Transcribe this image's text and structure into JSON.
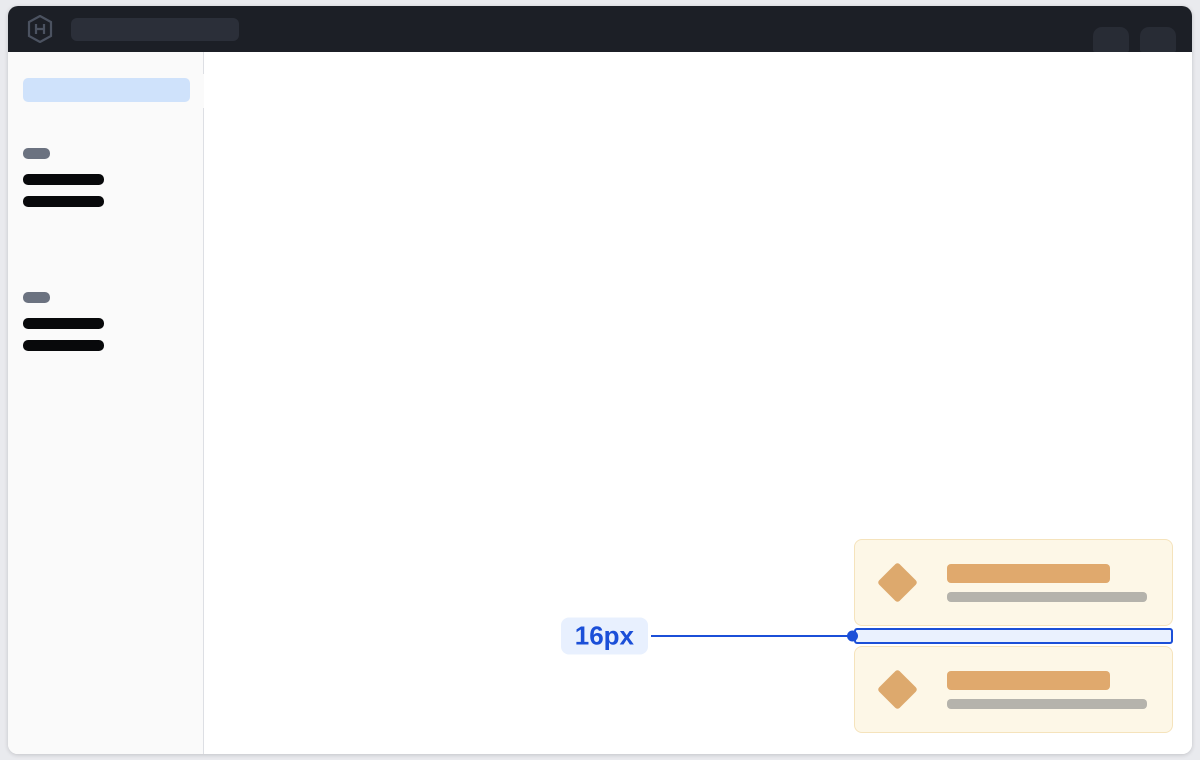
{
  "window": {
    "title": ""
  },
  "topbar": {
    "logo_icon": "hexagon-h-logo-icon",
    "search": {
      "value": "",
      "placeholder": ""
    },
    "right_items": [
      {
        "icon": "topbar-pill-left"
      },
      {
        "icon": "topbar-pill-right"
      }
    ]
  },
  "sidebar": {
    "collapse_handle_icon": "sidebar-collapse-handle",
    "active_item": {
      "label": ""
    },
    "groups": [
      {
        "chip": {
          "label": ""
        },
        "lines": [
          {
            "label": ""
          },
          {
            "label": ""
          }
        ]
      },
      {
        "chip": {
          "label": ""
        },
        "lines": [
          {
            "label": ""
          },
          {
            "label": ""
          }
        ]
      }
    ]
  },
  "main": {
    "cards": [
      {
        "icon": "diamond-icon",
        "title_placeholder": "",
        "subtitle_placeholder": ""
      },
      {
        "icon": "diamond-icon",
        "title_placeholder": "",
        "subtitle_placeholder": ""
      }
    ],
    "gap_measurement": {
      "label": "16px",
      "value": 16,
      "unit": "px",
      "orientation": "vertical-gap",
      "leader_dot_icon": "measure-endpoint-dot"
    }
  },
  "colors": {
    "topbar_bg": "#1c1f26",
    "search_bg": "#2b2f39",
    "sidebar_bg": "#fafafa",
    "sidebar_border": "#dddfe4",
    "sidebar_active": "#cfe2fb",
    "skeleton_dark": "#08090b",
    "skeleton_gray": "#6b7280",
    "card_bg": "#fdf7e7",
    "card_border": "#f5e3bc",
    "card_accent": "#e0a96d",
    "card_muted": "#b5b3ac",
    "measure_blue": "#1b4fd8",
    "measure_fill": "#eaf1fe",
    "measure_label_bg": "#e8f0fe",
    "canvas_bg": "#ffffff"
  }
}
